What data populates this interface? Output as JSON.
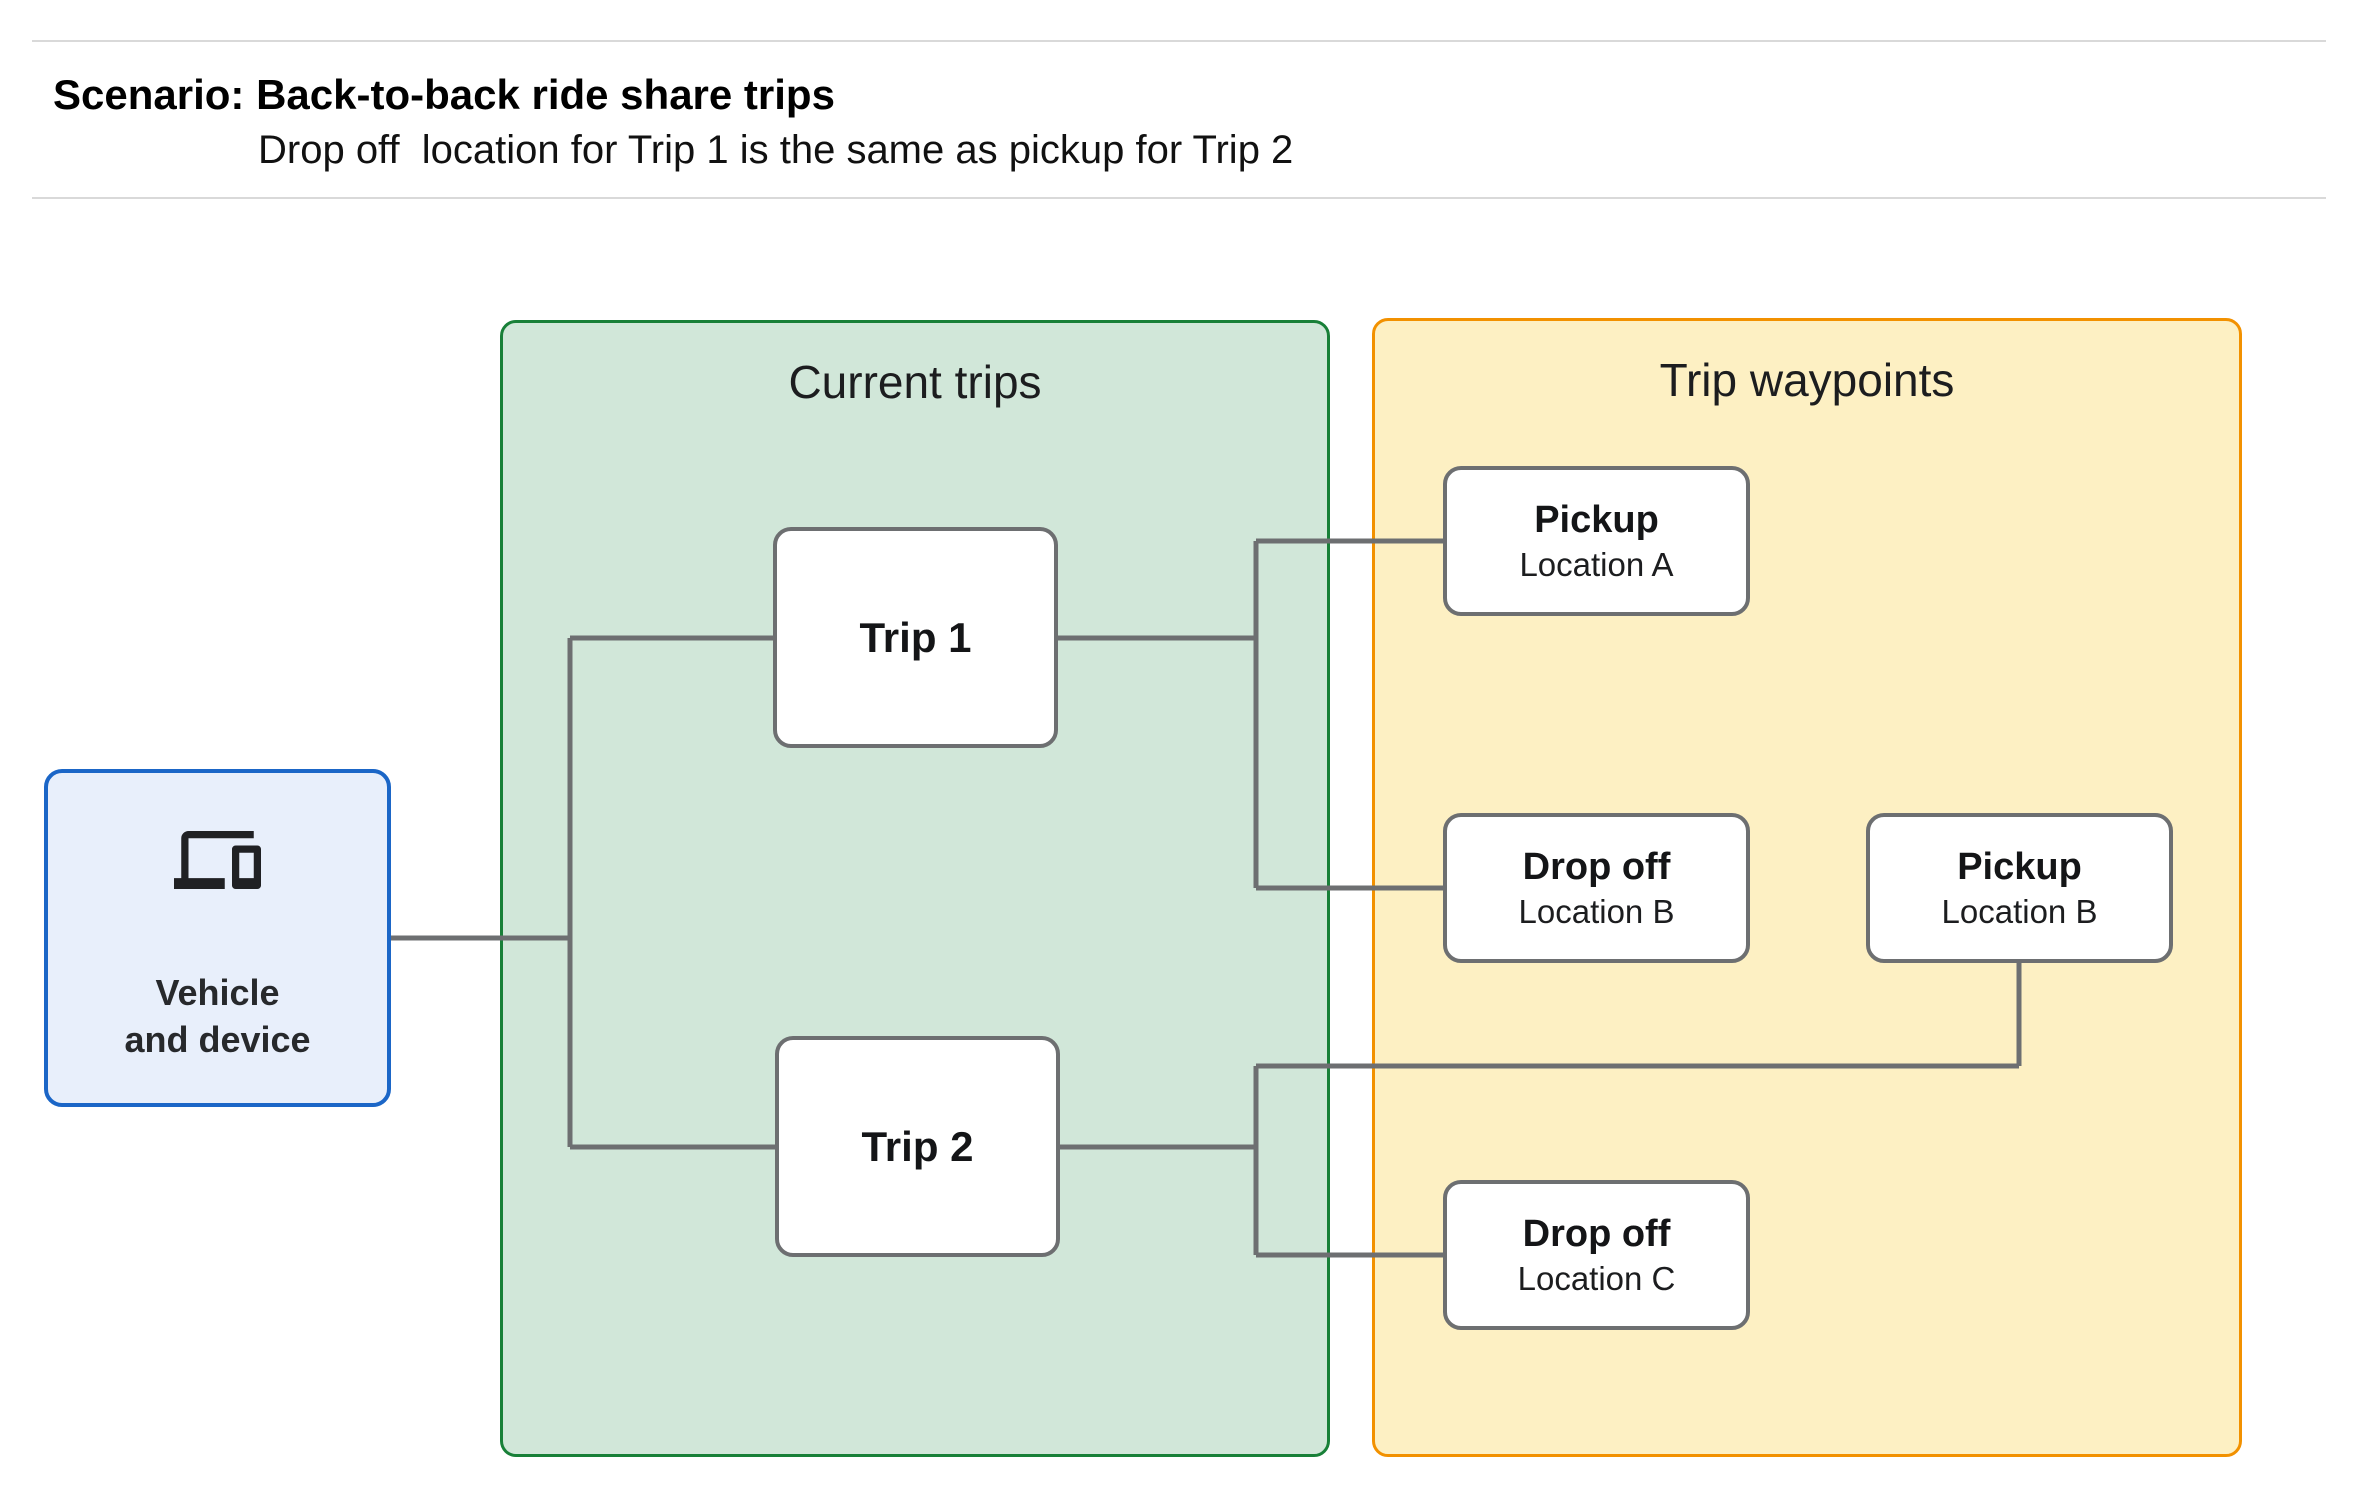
{
  "header": {
    "title": "Scenario: Back-to-back ride share trips",
    "subtitle": "Drop off  location for Trip 1 is the same as pickup for Trip 2"
  },
  "diagram": {
    "vehicle": {
      "line1": "Vehicle",
      "line2": "and device",
      "icon": "devices-icon"
    },
    "groups": {
      "current_trips": {
        "label": "Current trips"
      },
      "trip_waypoints": {
        "label": "Trip waypoints"
      }
    },
    "trips": {
      "trip1": {
        "label": "Trip 1"
      },
      "trip2": {
        "label": "Trip 2"
      }
    },
    "waypoints": {
      "pickup_a": {
        "title": "Pickup",
        "location": "Location A"
      },
      "dropoff_b": {
        "title": "Drop off",
        "location": "Location B"
      },
      "pickup_b": {
        "title": "Pickup",
        "location": "Location B"
      },
      "dropoff_c": {
        "title": "Drop off",
        "location": "Location C"
      }
    }
  },
  "colors": {
    "background": "#ffffff",
    "rule": "#d9d9d9",
    "vehicle_fill": "#e8effb",
    "vehicle_border": "#1b66c7",
    "trips_fill": "#d1e7d9",
    "trips_border": "#188038",
    "waypoints_fill": "#fdf0c3",
    "waypoints_border": "#f29100",
    "node_fill": "#ffffff",
    "node_border": "#6d6f71",
    "connector": "#6d6f71",
    "text": "#202124"
  }
}
